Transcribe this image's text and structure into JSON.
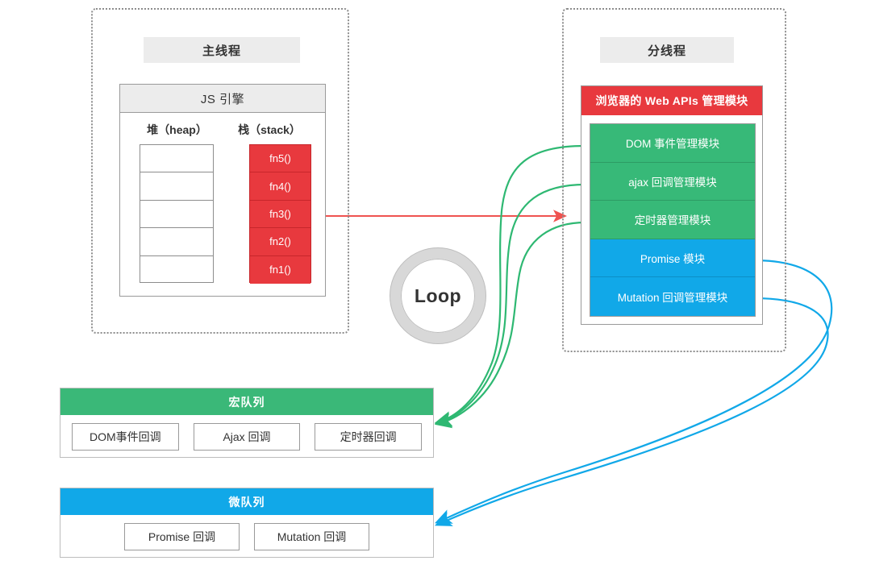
{
  "main_thread": {
    "title": "主线程",
    "engine": {
      "title": "JS 引擎",
      "heap_label": "堆（heap）",
      "stack_label": "栈（stack）",
      "heap_cells": [
        "",
        "",
        "",
        "",
        ""
      ],
      "stack_frames": [
        "fn5()",
        "fn4()",
        "fn3()",
        "fn2()",
        "fn1()"
      ]
    }
  },
  "worker_thread": {
    "title": "分线程",
    "webapi": {
      "header": "浏览器的 Web APIs 管理模块",
      "modules": [
        {
          "label": "DOM 事件管理模块",
          "kind": "green"
        },
        {
          "label": "ajax 回调管理模块",
          "kind": "green"
        },
        {
          "label": "定时器管理模块",
          "kind": "green"
        },
        {
          "label": "Promise 模块",
          "kind": "blue"
        },
        {
          "label": "Mutation 回调管理模块",
          "kind": "blue"
        }
      ]
    }
  },
  "loop": {
    "label": "Loop"
  },
  "macro_queue": {
    "title": "宏队列",
    "items": [
      "DOM事件回调",
      "Ajax 回调",
      "定时器回调"
    ]
  },
  "micro_queue": {
    "title": "微队列",
    "items": [
      "Promise 回调",
      "Mutation 回调"
    ]
  },
  "colors": {
    "red": "#e8393e",
    "green": "#37b978",
    "blue": "#11a8e8",
    "gray": "#ececec",
    "border": "#9a9a9a",
    "arrow_red": "#ef5350",
    "arrow_green": "#2eb872",
    "arrow_blue": "#11a8e8"
  }
}
